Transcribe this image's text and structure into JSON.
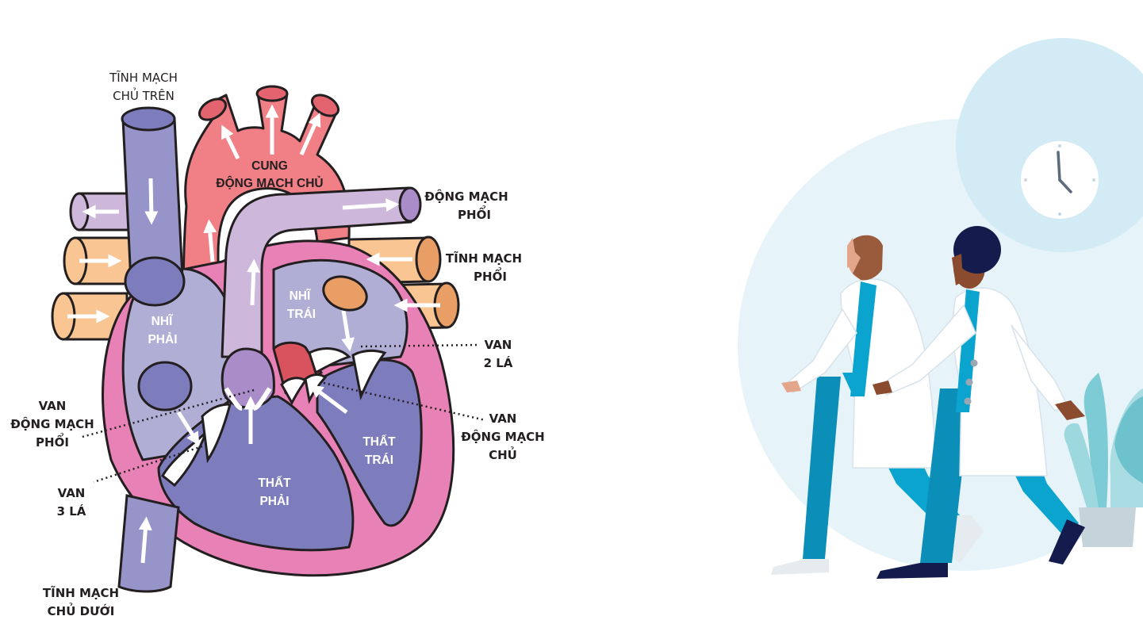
{
  "heart_labels": {
    "svc": [
      "TĨNH MẠCH",
      "CHỦ TRÊN"
    ],
    "aortic_arch": [
      "CUNG",
      "ĐỘNG MẠCH CHỦ"
    ],
    "pulmonary_artery": [
      "ĐỘNG MẠCH",
      "PHỔI"
    ],
    "pulmonary_vein": [
      "TĨNH MẠCH",
      "PHỔI"
    ],
    "left_atrium": [
      "NHĨ",
      "TRÁI"
    ],
    "right_atrium": [
      "NHĨ",
      "PHẢI"
    ],
    "mitral_valve": [
      "VAN",
      "2 LÁ"
    ],
    "pulmonary_valve": [
      "VAN",
      "ĐỘNG MẠCH",
      "PHỔI"
    ],
    "aortic_valve": [
      "VAN",
      "ĐỘNG MẠCH",
      "CHỦ"
    ],
    "left_ventricle": [
      "THẤT",
      "TRÁI"
    ],
    "right_ventricle": [
      "THẤT",
      "PHẢI"
    ],
    "tricuspid_valve": [
      "VAN",
      "3 LÁ"
    ],
    "ivc": [
      "TĨNH MẠCH",
      "CHỦ DƯỚI"
    ]
  },
  "colors": {
    "vein_blue": "#9794c9",
    "artery_red": "#f07f86",
    "pulmonary_lilac": "#cdb8dc",
    "pulmonary_vein_peach": "#f8c593",
    "heart_pink": "#e882b6",
    "chamber_lavender": "#b1aed6",
    "ventricle_purple": "#7d7cbd",
    "scene_blue": "#e6f3f9",
    "coat_teal": "#0b8fb8"
  },
  "icons": [
    "clock-icon",
    "plant-icon",
    "doctor-figure"
  ]
}
